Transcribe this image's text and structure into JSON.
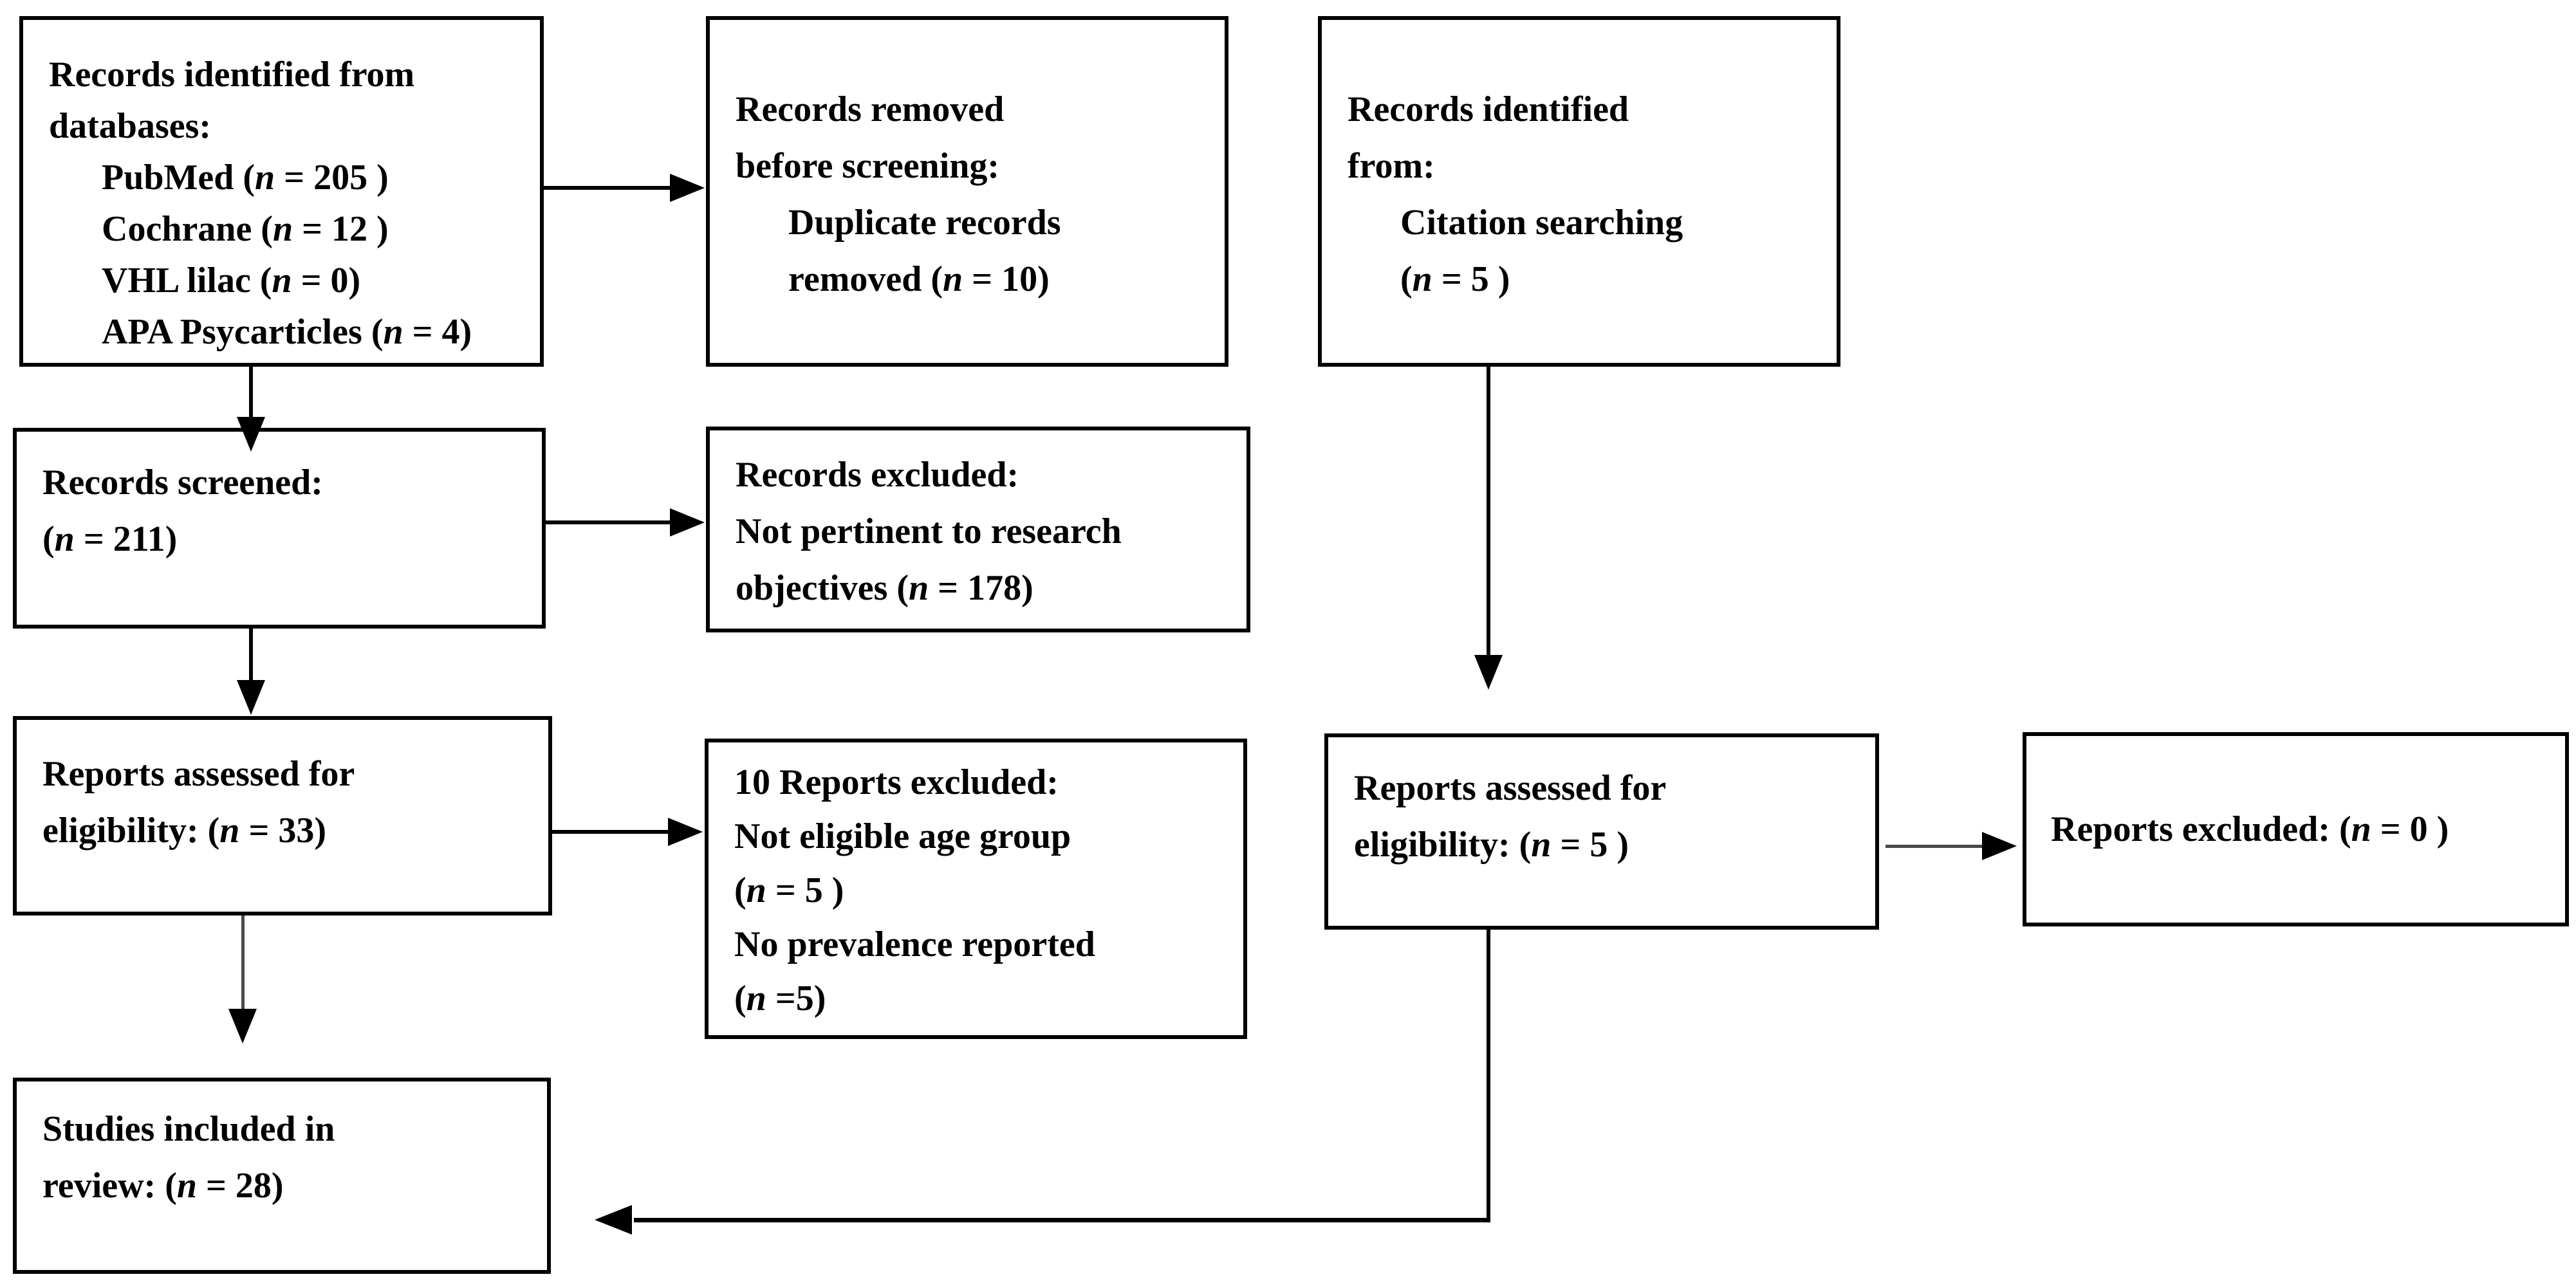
{
  "diagram": {
    "type": "prisma-flow-diagram",
    "boxes": [
      {
        "id": "records-identified-databases",
        "lines": [
          {
            "text": "Records identified from"
          },
          {
            "text": "databases:"
          },
          {
            "text": "PubMed (*n* = 205 )",
            "indent": true
          },
          {
            "text": "Cochrane (*n* = 12 )",
            "indent": true
          },
          {
            "text": "VHL lilac (*n* = 0)",
            "indent": true
          },
          {
            "text": "APA Psycarticles (*n* = 4)",
            "indent": true
          }
        ]
      },
      {
        "id": "records-removed-before-screening",
        "lines": [
          {
            "text": "Records removed"
          },
          {
            "text": "before screening:"
          },
          {
            "text": "Duplicate records",
            "indent": true
          },
          {
            "text": "removed (*n* = 10)",
            "indent": true
          }
        ]
      },
      {
        "id": "records-identified-citation",
        "lines": [
          {
            "text": "Records identified"
          },
          {
            "text": "from:"
          },
          {
            "text": "Citation searching",
            "indent": true
          },
          {
            "text": "(*n* = 5 )",
            "indent": true
          }
        ]
      },
      {
        "id": "records-screened",
        "lines": [
          {
            "text": "Records screened:"
          },
          {
            "text": "(*n* = 211)"
          }
        ]
      },
      {
        "id": "records-excluded",
        "lines": [
          {
            "text": "Records excluded:"
          },
          {
            "text": "Not pertinent to research"
          },
          {
            "text": "objectives (*n* = 178)"
          }
        ]
      },
      {
        "id": "reports-assessed-eligibility-33",
        "lines": [
          {
            "text": "Reports assessed for"
          },
          {
            "text": "eligibility: (*n* = 33)"
          }
        ]
      },
      {
        "id": "reports-excluded-10",
        "lines": [
          {
            "text": "10 Reports excluded:"
          },
          {
            "text": "Not eligible age group"
          },
          {
            "text": "(*n* = 5 )"
          },
          {
            "text": "No prevalence reported"
          },
          {
            "text": "(*n* =5)"
          }
        ]
      },
      {
        "id": "reports-assessed-eligibility-5",
        "lines": [
          {
            "text": "Reports assessed for"
          },
          {
            "text": "eligibility: (*n* = 5 )"
          }
        ]
      },
      {
        "id": "reports-excluded-0",
        "lines": [
          {
            "text": "Reports excluded: (*n* = 0 )"
          }
        ]
      },
      {
        "id": "studies-included-review",
        "lines": [
          {
            "text": "Studies included in"
          },
          {
            "text": "review: (*n* = 28)"
          }
        ]
      }
    ],
    "arrows": [
      {
        "from": "records-identified-databases",
        "to": "records-removed-before-screening"
      },
      {
        "from": "records-identified-databases",
        "to": "records-screened"
      },
      {
        "from": "records-screened",
        "to": "records-excluded"
      },
      {
        "from": "records-screened",
        "to": "reports-assessed-eligibility-33"
      },
      {
        "from": "reports-assessed-eligibility-33",
        "to": "reports-excluded-10"
      },
      {
        "from": "reports-assessed-eligibility-33",
        "to": "studies-included-review"
      },
      {
        "from": "records-identified-citation",
        "to": "reports-assessed-eligibility-5"
      },
      {
        "from": "reports-assessed-eligibility-5",
        "to": "reports-excluded-0"
      },
      {
        "from": "reports-assessed-eligibility-5",
        "to": "studies-included-review"
      }
    ],
    "colors": {
      "line": "#000000",
      "box_border": "#000000",
      "background": "#ffffff"
    }
  }
}
